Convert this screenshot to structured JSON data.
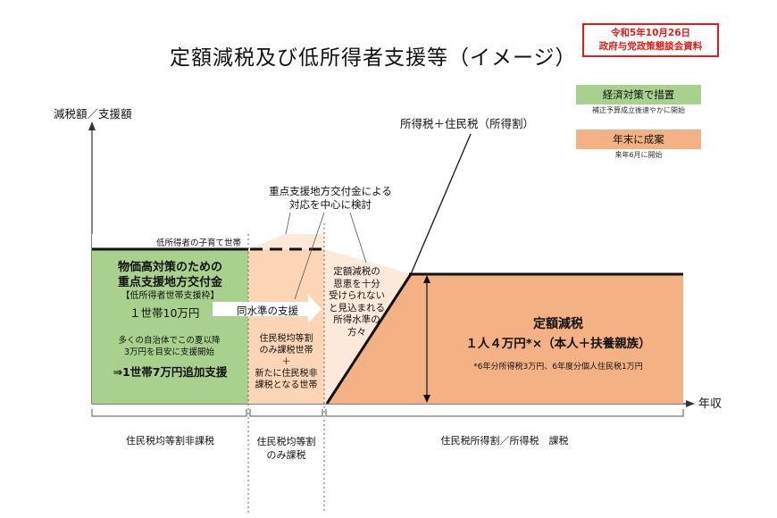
{
  "title": "定額減税及び低所得者支援等（イメージ）",
  "badge": {
    "line1": "令和5年10月26日",
    "line2": "政府与党政策懇談会資料"
  },
  "legend": [
    {
      "label": "経済対策で措置",
      "sub": "補正予算成立後速やかに開始",
      "color": "#a9d18e"
    },
    {
      "label": "年末に成案",
      "sub": "来年6月に開始",
      "color": "#f4b183"
    }
  ],
  "axes": {
    "y_label": "減税額／支援額",
    "x_label": "年収"
  },
  "tax_line_label": "所得税＋住民税（所得割）",
  "callout_top": {
    "line1": "重点支援地方交付金による",
    "line2": "対応を中心に検討"
  },
  "child_label": "低所得者の子育て世帯",
  "green_block": {
    "line1": "物価高対策のための",
    "line2": "重点支援地方交付金",
    "line3": "【低所得者世帯支援枠】",
    "line4": "１世帯10万円",
    "note1": "多くの自治体でこの夏以降",
    "note2": "3万円を目安に支援開始",
    "extra": "⇒1世帯7万円追加支援"
  },
  "arrow_label": "同水準の支援",
  "mid_block": {
    "line1": "住民税均等割",
    "line2": "のみ課税世帯",
    "line3": "＋",
    "line4": "新たに住民税非",
    "line5": "課税となる世帯"
  },
  "gap_note": [
    "定額減税の",
    "恩恵を十分",
    "受けられない",
    "と見込まれる",
    "所得水準の",
    "方々"
  ],
  "flat_block": {
    "title": "定額減税",
    "amount": "１人４万円*×（本人＋扶養親族）",
    "note": "*6年分所得税3万円、6年度分個人住民税1万円"
  },
  "bottom_labels": {
    "left": "住民税均等割非課税",
    "mid1": "住民税均等割",
    "mid2": "のみ課税",
    "right": "住民税所得割／所得税　課税"
  }
}
